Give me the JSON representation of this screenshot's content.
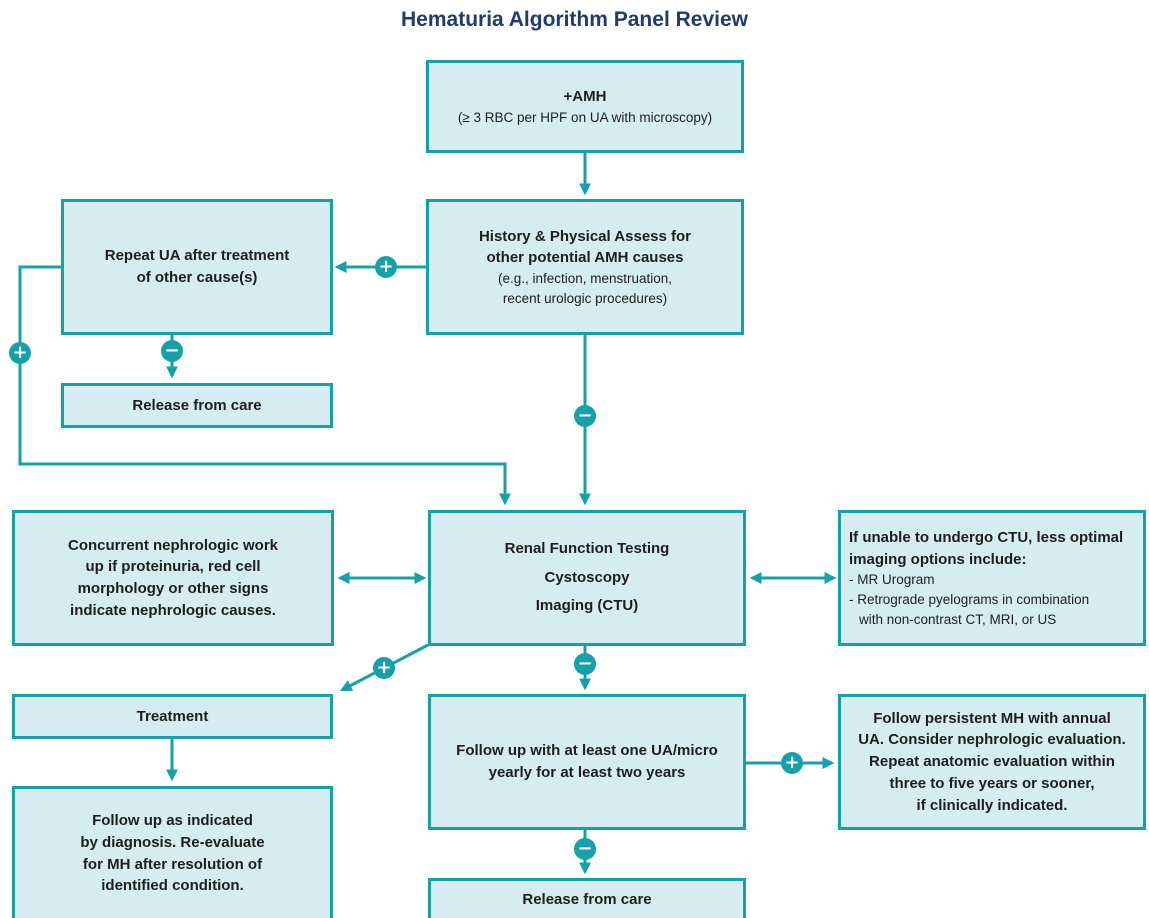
{
  "title": "Hematuria Algorithm Panel Review",
  "colors": {
    "accent": "#16a0a9",
    "box_fill": "#d5ecf0",
    "title": "#1f3b6f"
  },
  "nodes": {
    "amh": {
      "title": "+AMH",
      "note": "(≥ 3 RBC per HPF on UA with microscopy)"
    },
    "history": {
      "line1": "History & Physical Assess for",
      "line2": "other potential AMH causes",
      "note1": "(e.g., infection, menstruation,",
      "note2": "recent urologic procedures)"
    },
    "repeat_ua": {
      "line1": "Repeat UA after treatment",
      "line2": "of other cause(s)"
    },
    "release_top": {
      "label": "Release from care"
    },
    "nephro": {
      "line1": "Concurrent nephrologic work",
      "line2": "up if proteinuria, red cell",
      "line3": "morphology or other signs",
      "line4": "indicate nephrologic causes."
    },
    "renal": {
      "line1": "Renal Function Testing",
      "line2": "Cystoscopy",
      "line3": "Imaging (CTU)"
    },
    "ctu_alt": {
      "line1": "If unable to undergo CTU, less optimal",
      "line2": "imaging options include:",
      "item1": "- MR Urogram",
      "item2": "- Retrograde pyelograms in combination",
      "item3": "with non-contrast CT, MRI, or US"
    },
    "treatment": {
      "label": "Treatment"
    },
    "followup_micro": {
      "line1": "Follow up with at least one UA/micro",
      "line2": "yearly for at least two years"
    },
    "persistent": {
      "line1": "Follow persistent MH with annual",
      "line2": "UA. Consider nephrologic evaluation.",
      "line3": "Repeat anatomic evaluation within",
      "line4": "three to five years or sooner,",
      "line5": "if clinically indicated."
    },
    "followup_dx": {
      "line1": "Follow up as indicated",
      "line2": "by diagnosis. Re-evaluate",
      "line3": "for MH after resolution of",
      "line4": "identified condition."
    },
    "release_bottom": {
      "label": "Release from care"
    }
  },
  "signs": {
    "plus": "+",
    "minus": "−"
  }
}
